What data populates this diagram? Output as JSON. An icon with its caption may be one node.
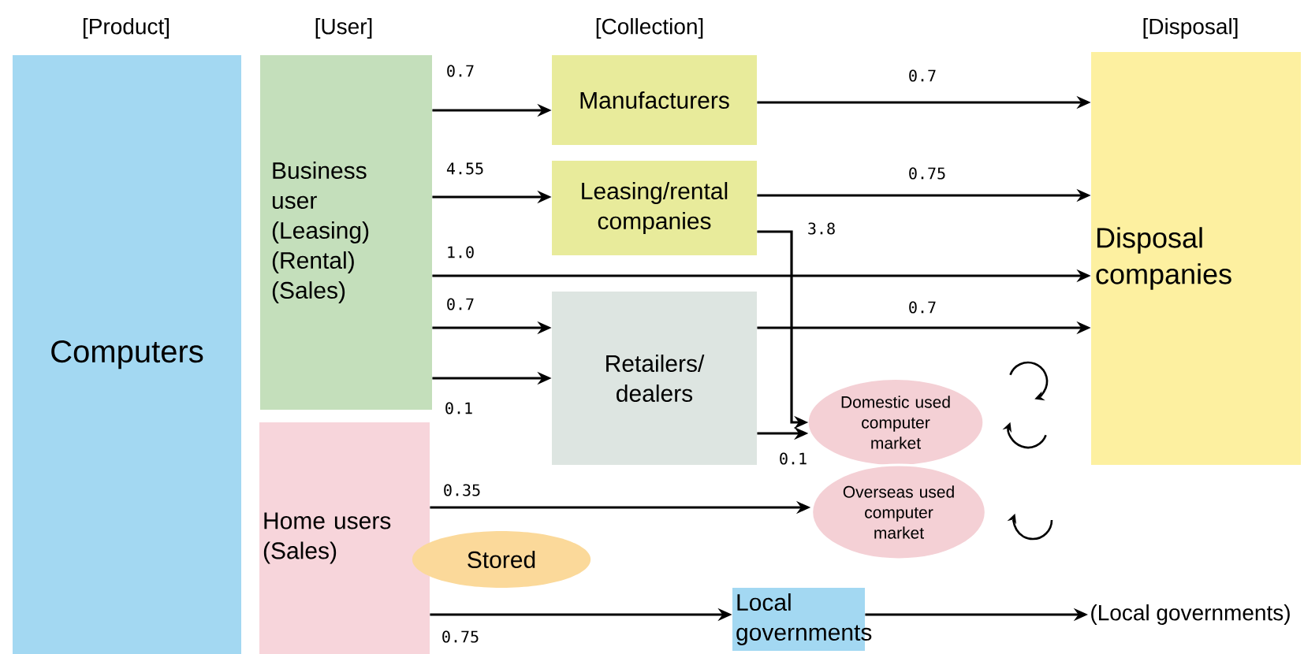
{
  "diagram": {
    "nodes": [
      {
        "text": [
          "Computers"
        ]
      },
      {
        "text": [
          "Business user (Leasing) (Rental) (Sales)"
        ]
      },
      {
        "text": [
          "Home users (Sales)"
        ]
      },
      {
        "text": [
          "Manufacturers"
        ]
      },
      {
        "text": [
          "Leasing/rental companies"
        ]
      },
      {
        "text": [
          "Retailers/ dealers"
        ]
      },
      {
        "text": [
          "Domestic used computer market"
        ]
      },
      {
        "text": [
          "Overseas used computer market"
        ]
      },
      {
        "text": [
          "Disposal companies"
        ]
      },
      {
        "text": [
          "Stored"
        ]
      },
      {
        "text": [
          "Local governments"
        ]
      },
      {
        "text": [
          "(Local governments)"
        ]
      }
    ],
    "edges": [
      {
        "from": 1,
        "to": 3,
        "arrow": "to",
        "label": "0.7"
      },
      {
        "from": 1,
        "to": 4,
        "arrow": "to",
        "label": "4.55"
      },
      {
        "from": 1,
        "to": 8,
        "arrow": "to",
        "label": "1.0"
      },
      {
        "from": 1,
        "to": 5,
        "arrow": "to",
        "label": "0.7"
      },
      {
        "from": 1,
        "to": 5,
        "arrow": "to",
        "label": "0.1"
      },
      {
        "from": 3,
        "to": 8,
        "arrow": "to",
        "label": "0.7"
      },
      {
        "from": 4,
        "to": 8,
        "arrow": "to",
        "label": "0.75"
      },
      {
        "from": 4,
        "to": 6,
        "arrow": "to",
        "label": "3.8"
      },
      {
        "from": 5,
        "to": 8,
        "arrow": "to",
        "label": "0.7"
      },
      {
        "from": 5,
        "to": 6,
        "arrow": "to",
        "label": "0.1"
      },
      {
        "from": 2,
        "to": 7,
        "arrow": "to",
        "label": "0.35"
      },
      {
        "from": 2,
        "to": 10,
        "arrow": "to",
        "label": "0.75"
      },
      {
        "from": 10,
        "to": 11,
        "arrow": "to"
      }
    ],
    "labels": [
      "[Product]",
      "[User]",
      "[Collection]",
      "[Disposal]"
    ]
  }
}
